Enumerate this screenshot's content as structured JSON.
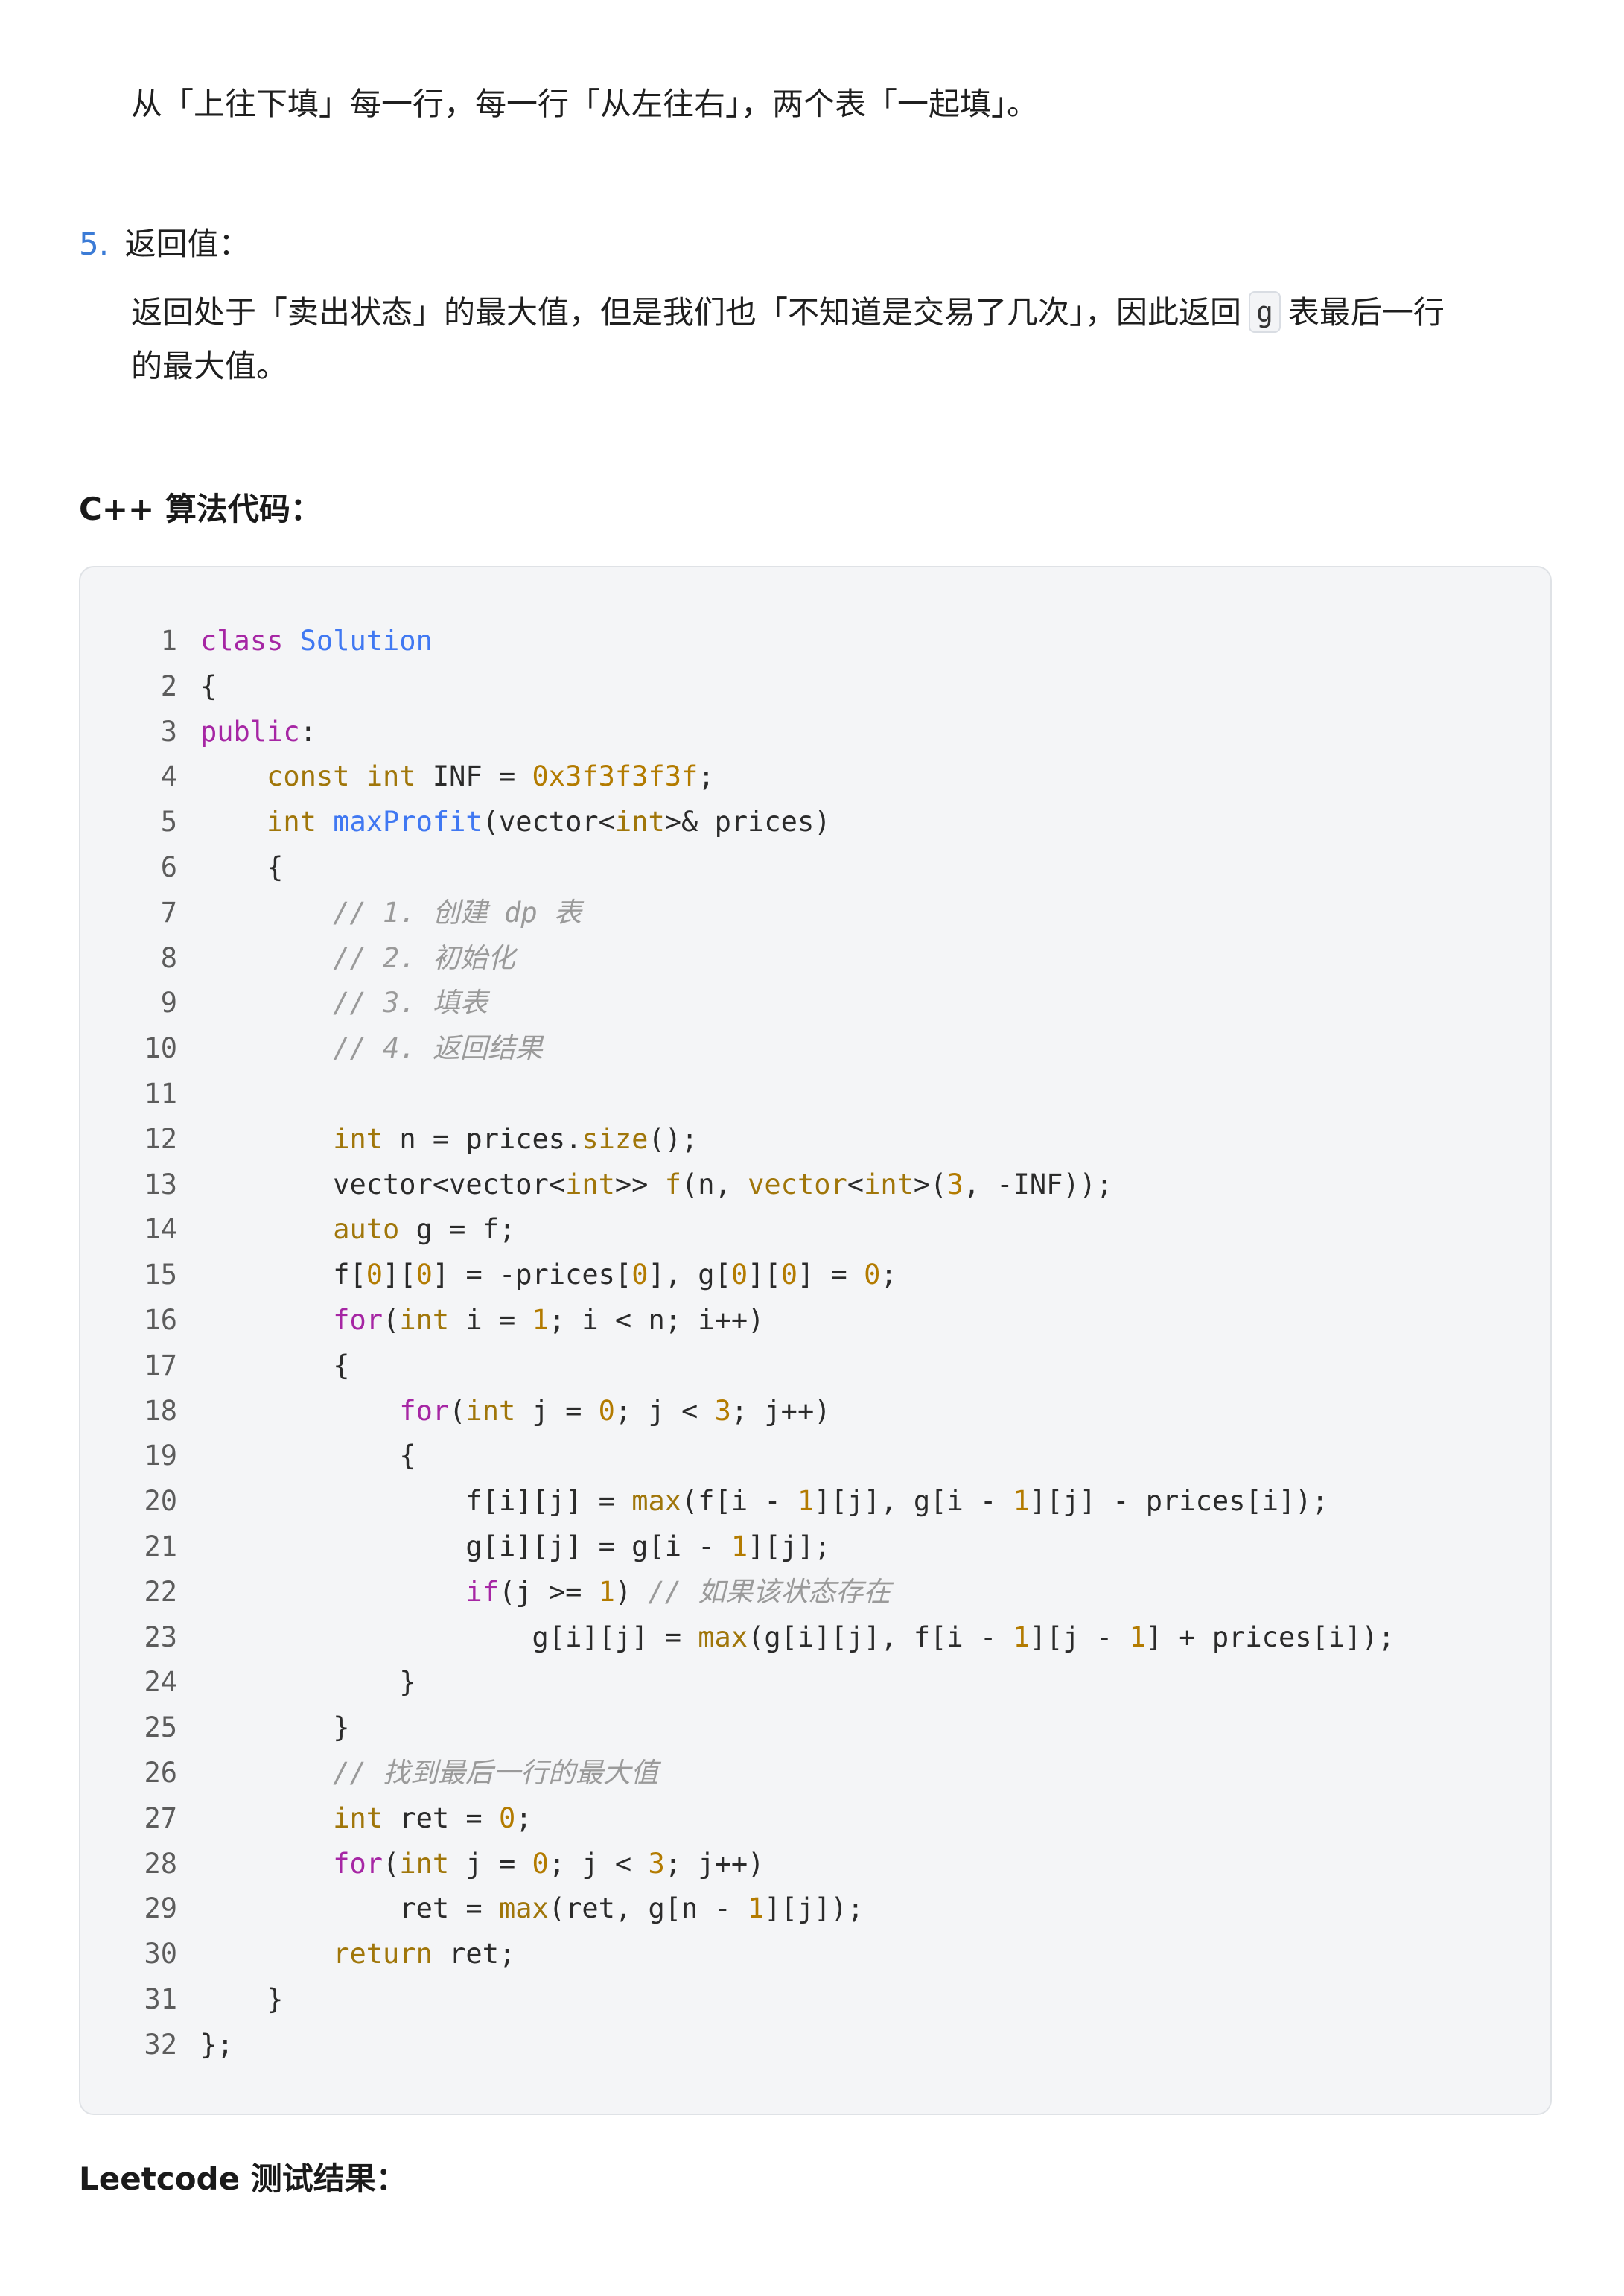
{
  "text": {
    "fill_order": "从「上往下填」每一行，每一行「从左往右」，两个表「一起填」。",
    "step5_num": "5.",
    "step5_title": "返回值：",
    "return_desc_part1": "返回处于「卖出状态」的最大值，但是我们也「不知道是交易了几次」，因此返回",
    "return_desc_code": "g",
    "return_desc_part2": "表最后一行",
    "return_desc_line2": "的最大值。",
    "cpp_heading": "C++ 算法代码：",
    "leetcode_heading": "Leetcode 测试结果："
  },
  "code": {
    "lines": [
      [
        {
          "t": "class ",
          "c": "kw"
        },
        {
          "t": "Solution",
          "c": "fn"
        }
      ],
      [
        {
          "t": "{",
          "c": "plain"
        }
      ],
      [
        {
          "t": "public",
          "c": "kw"
        },
        {
          "t": ":",
          "c": "plain"
        }
      ],
      [
        {
          "t": "    ",
          "c": "plain"
        },
        {
          "t": "const int",
          "c": "type"
        },
        {
          "t": " INF = ",
          "c": "plain"
        },
        {
          "t": "0x3f3f3f3f",
          "c": "num"
        },
        {
          "t": ";",
          "c": "plain"
        }
      ],
      [
        {
          "t": "    ",
          "c": "plain"
        },
        {
          "t": "int",
          "c": "type"
        },
        {
          "t": " ",
          "c": "plain"
        },
        {
          "t": "maxProfit",
          "c": "fn"
        },
        {
          "t": "(vector<",
          "c": "plain"
        },
        {
          "t": "int",
          "c": "type"
        },
        {
          "t": ">& prices)",
          "c": "plain"
        }
      ],
      [
        {
          "t": "    {",
          "c": "plain"
        }
      ],
      [
        {
          "t": "        ",
          "c": "plain"
        },
        {
          "t": "// 1. 创建 dp 表",
          "c": "com"
        }
      ],
      [
        {
          "t": "        ",
          "c": "plain"
        },
        {
          "t": "// 2. 初始化",
          "c": "com"
        }
      ],
      [
        {
          "t": "        ",
          "c": "plain"
        },
        {
          "t": "// 3. 填表",
          "c": "com"
        }
      ],
      [
        {
          "t": "        ",
          "c": "plain"
        },
        {
          "t": "// 4. 返回结果",
          "c": "com"
        }
      ],
      [
        {
          "t": "",
          "c": "plain"
        }
      ],
      [
        {
          "t": "        ",
          "c": "plain"
        },
        {
          "t": "int",
          "c": "type"
        },
        {
          "t": " n = prices.",
          "c": "plain"
        },
        {
          "t": "size",
          "c": "type"
        },
        {
          "t": "();",
          "c": "plain"
        }
      ],
      [
        {
          "t": "        vector<vector<",
          "c": "plain"
        },
        {
          "t": "int",
          "c": "type"
        },
        {
          "t": ">> ",
          "c": "plain"
        },
        {
          "t": "f",
          "c": "type"
        },
        {
          "t": "(n, ",
          "c": "plain"
        },
        {
          "t": "vector",
          "c": "type"
        },
        {
          "t": "<",
          "c": "plain"
        },
        {
          "t": "int",
          "c": "type"
        },
        {
          "t": ">(",
          "c": "plain"
        },
        {
          "t": "3",
          "c": "num"
        },
        {
          "t": ", -INF));",
          "c": "plain"
        }
      ],
      [
        {
          "t": "        ",
          "c": "plain"
        },
        {
          "t": "auto",
          "c": "type"
        },
        {
          "t": " g = f;",
          "c": "plain"
        }
      ],
      [
        {
          "t": "        f[",
          "c": "plain"
        },
        {
          "t": "0",
          "c": "num"
        },
        {
          "t": "][",
          "c": "plain"
        },
        {
          "t": "0",
          "c": "num"
        },
        {
          "t": "] = -prices[",
          "c": "plain"
        },
        {
          "t": "0",
          "c": "num"
        },
        {
          "t": "], g[",
          "c": "plain"
        },
        {
          "t": "0",
          "c": "num"
        },
        {
          "t": "][",
          "c": "plain"
        },
        {
          "t": "0",
          "c": "num"
        },
        {
          "t": "] = ",
          "c": "plain"
        },
        {
          "t": "0",
          "c": "num"
        },
        {
          "t": ";",
          "c": "plain"
        }
      ],
      [
        {
          "t": "        ",
          "c": "plain"
        },
        {
          "t": "for",
          "c": "kw"
        },
        {
          "t": "(",
          "c": "plain"
        },
        {
          "t": "int",
          "c": "type"
        },
        {
          "t": " i = ",
          "c": "plain"
        },
        {
          "t": "1",
          "c": "num"
        },
        {
          "t": "; i < n; i++)",
          "c": "plain"
        }
      ],
      [
        {
          "t": "        {",
          "c": "plain"
        }
      ],
      [
        {
          "t": "            ",
          "c": "plain"
        },
        {
          "t": "for",
          "c": "kw"
        },
        {
          "t": "(",
          "c": "plain"
        },
        {
          "t": "int",
          "c": "type"
        },
        {
          "t": " j = ",
          "c": "plain"
        },
        {
          "t": "0",
          "c": "num"
        },
        {
          "t": "; j < ",
          "c": "plain"
        },
        {
          "t": "3",
          "c": "num"
        },
        {
          "t": "; j++)",
          "c": "plain"
        }
      ],
      [
        {
          "t": "            {",
          "c": "plain"
        }
      ],
      [
        {
          "t": "                f[i][j] = ",
          "c": "plain"
        },
        {
          "t": "max",
          "c": "type"
        },
        {
          "t": "(f[i - ",
          "c": "plain"
        },
        {
          "t": "1",
          "c": "num"
        },
        {
          "t": "][j], g[i - ",
          "c": "plain"
        },
        {
          "t": "1",
          "c": "num"
        },
        {
          "t": "][j] - prices[i]);",
          "c": "plain"
        }
      ],
      [
        {
          "t": "                g[i][j] = g[i - ",
          "c": "plain"
        },
        {
          "t": "1",
          "c": "num"
        },
        {
          "t": "][j];",
          "c": "plain"
        }
      ],
      [
        {
          "t": "                ",
          "c": "plain"
        },
        {
          "t": "if",
          "c": "kw"
        },
        {
          "t": "(j >= ",
          "c": "plain"
        },
        {
          "t": "1",
          "c": "num"
        },
        {
          "t": ") ",
          "c": "plain"
        },
        {
          "t": "// 如果该状态存在",
          "c": "com"
        }
      ],
      [
        {
          "t": "                    g[i][j] = ",
          "c": "plain"
        },
        {
          "t": "max",
          "c": "type"
        },
        {
          "t": "(g[i][j], f[i - ",
          "c": "plain"
        },
        {
          "t": "1",
          "c": "num"
        },
        {
          "t": "][j - ",
          "c": "plain"
        },
        {
          "t": "1",
          "c": "num"
        },
        {
          "t": "] + prices[i]);",
          "c": "plain"
        }
      ],
      [
        {
          "t": "            }",
          "c": "plain"
        }
      ],
      [
        {
          "t": "        }",
          "c": "plain"
        }
      ],
      [
        {
          "t": "        ",
          "c": "plain"
        },
        {
          "t": "// 找到最后一行的最大值",
          "c": "com"
        }
      ],
      [
        {
          "t": "        ",
          "c": "plain"
        },
        {
          "t": "int",
          "c": "type"
        },
        {
          "t": " ret = ",
          "c": "plain"
        },
        {
          "t": "0",
          "c": "num"
        },
        {
          "t": ";",
          "c": "plain"
        }
      ],
      [
        {
          "t": "        ",
          "c": "plain"
        },
        {
          "t": "for",
          "c": "kw"
        },
        {
          "t": "(",
          "c": "plain"
        },
        {
          "t": "int",
          "c": "type"
        },
        {
          "t": " j = ",
          "c": "plain"
        },
        {
          "t": "0",
          "c": "num"
        },
        {
          "t": "; j < ",
          "c": "plain"
        },
        {
          "t": "3",
          "c": "num"
        },
        {
          "t": "; j++)",
          "c": "plain"
        }
      ],
      [
        {
          "t": "            ret = ",
          "c": "plain"
        },
        {
          "t": "max",
          "c": "type"
        },
        {
          "t": "(ret, g[n - ",
          "c": "plain"
        },
        {
          "t": "1",
          "c": "num"
        },
        {
          "t": "][j]);",
          "c": "plain"
        }
      ],
      [
        {
          "t": "        ",
          "c": "plain"
        },
        {
          "t": "return",
          "c": "type"
        },
        {
          "t": " ret;",
          "c": "plain"
        }
      ],
      [
        {
          "t": "    }",
          "c": "plain"
        }
      ],
      [
        {
          "t": "};",
          "c": "plain"
        }
      ]
    ]
  }
}
